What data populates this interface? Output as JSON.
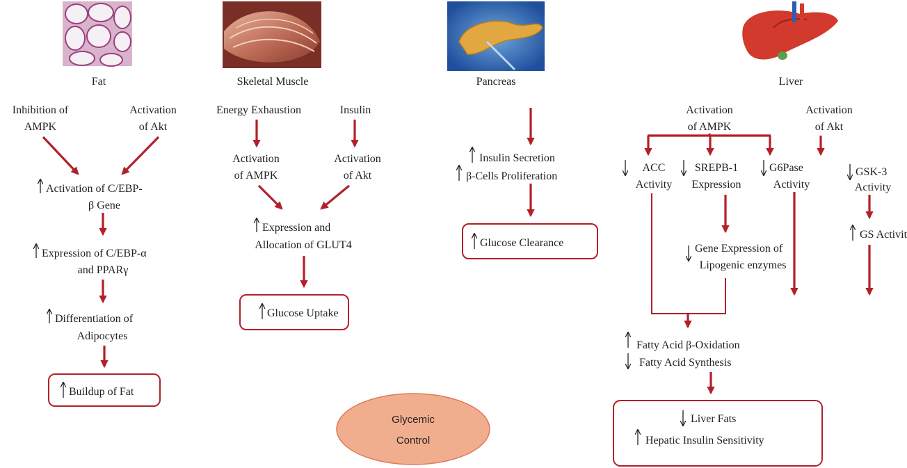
{
  "organs": {
    "fat": "Fat",
    "muscle": "Skeletal Muscle",
    "pancreas": "Pancreas",
    "liver": "Liver"
  },
  "fat": {
    "inhibition": [
      "Inhibition of",
      "AMPK"
    ],
    "activation": [
      "Activation",
      "of Akt"
    ],
    "cebp_beta": [
      "Activation of C/EBP-",
      "β Gene"
    ],
    "cebp_alpha": [
      "Expression of C/EBP-α",
      "and PPARγ"
    ],
    "differentiation": [
      "Differentiation of",
      "Adipocytes"
    ],
    "outcome": "Buildup of Fat"
  },
  "muscle": {
    "energy": "Energy Exhaustion",
    "insulin": "Insulin",
    "ampk": [
      "Activation",
      "of AMPK"
    ],
    "akt": [
      "Activation",
      "of Akt"
    ],
    "glut4": [
      "Expression and",
      "Allocation of GLUT4"
    ],
    "outcome": "Glucose Uptake"
  },
  "pancreas": {
    "secretion": "Insulin Secretion",
    "proliferation": "β-Cells Proliferation",
    "outcome": "Glucose Clearance"
  },
  "liver": {
    "ampk": [
      "Activation",
      "of AMPK"
    ],
    "akt": [
      "Activation",
      "of Akt"
    ],
    "acc": [
      "ACC",
      "Activity"
    ],
    "srepb": [
      "SREPB-1",
      "Expression"
    ],
    "g6pase": [
      "G6Pase",
      "Activity"
    ],
    "gsk3": [
      "GSK-3",
      "Activity"
    ],
    "gs": "GS Activity",
    "lipogenic": [
      "Gene Expression of",
      "Lipogenic enzymes"
    ],
    "oxidation": "Fatty Acid β-Oxidation",
    "synthesis": "Fatty Acid Synthesis",
    "outcome_fats": "Liver Fats",
    "outcome_insulin": "Hepatic Insulin Sensitivity"
  },
  "center": [
    "Glycemic",
    "Control"
  ],
  "colors": {
    "arrow": "#b2202a",
    "ellipse": "#f1ae8f",
    "text": "#231f20"
  },
  "icons": [
    "fat-tissue-image",
    "skeletal-muscle-image",
    "pancreas-image",
    "liver-image"
  ]
}
